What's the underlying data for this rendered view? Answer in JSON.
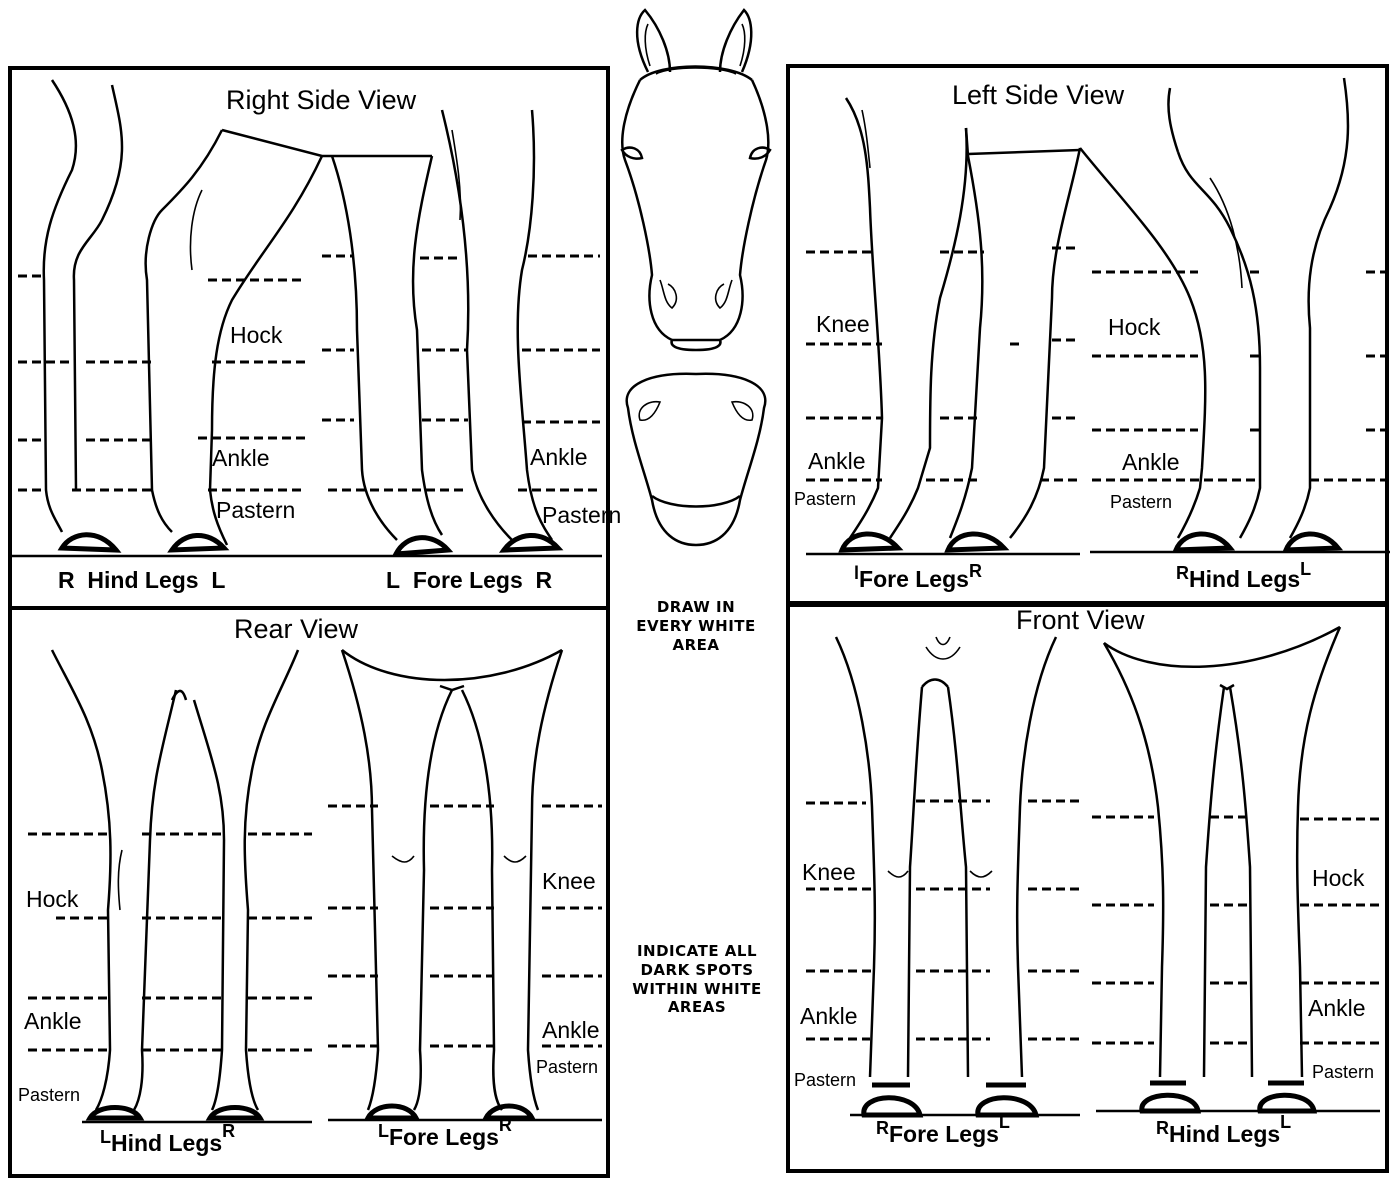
{
  "instructions": {
    "draw": "DRAW IN EVERY WHITE AREA",
    "indicate": "INDICATE ALL DARK SPOTS WITHIN WHITE AREAS"
  },
  "right_side_view": {
    "title": "Right Side View",
    "labels": {
      "hock": "Hock",
      "ankle_left": "Ankle",
      "pastern_left": "Pastern",
      "ankle_right": "Ankle",
      "pastern_right": "Pastern"
    },
    "captions": {
      "hind_pre": "R",
      "hind": "Hind Legs",
      "hind_post": "L",
      "fore_pre": "L",
      "fore": "Fore Legs",
      "fore_post": "R"
    }
  },
  "left_side_view": {
    "title": "Left Side View",
    "labels": {
      "knee": "Knee",
      "ankle_left": "Ankle",
      "pastern_left": "Pastern",
      "hock": "Hock",
      "ankle_right": "Ankle",
      "pastern_right": "Pastern"
    },
    "captions": {
      "fore_pre": "l",
      "fore": "Fore Legs",
      "fore_post": "R",
      "hind_pre": "R",
      "hind": "Hind Legs",
      "hind_post": "L"
    }
  },
  "rear_view": {
    "title": "Rear View",
    "labels": {
      "hock": "Hock",
      "ankle_left": "Ankle",
      "pastern_left": "Pastern",
      "knee": "Knee",
      "ankle_right": "Ankle",
      "pastern_right": "Pastern"
    },
    "captions": {
      "hind_pre": "L",
      "hind": "Hind Legs",
      "hind_post": "R",
      "fore_pre": "L",
      "fore": "Fore Legs",
      "fore_post": "R"
    }
  },
  "front_view": {
    "title": "Front View",
    "labels": {
      "knee": "Knee",
      "ankle_left": "Ankle",
      "pastern_left": "Pastern",
      "hock": "Hock",
      "ankle_right": "Ankle",
      "pastern_right": "Pastern"
    },
    "captions": {
      "fore_pre": "R",
      "fore": "Fore Legs",
      "fore_post": "L",
      "hind_pre": "R",
      "hind": "Hind Legs",
      "hind_post": "L"
    }
  }
}
